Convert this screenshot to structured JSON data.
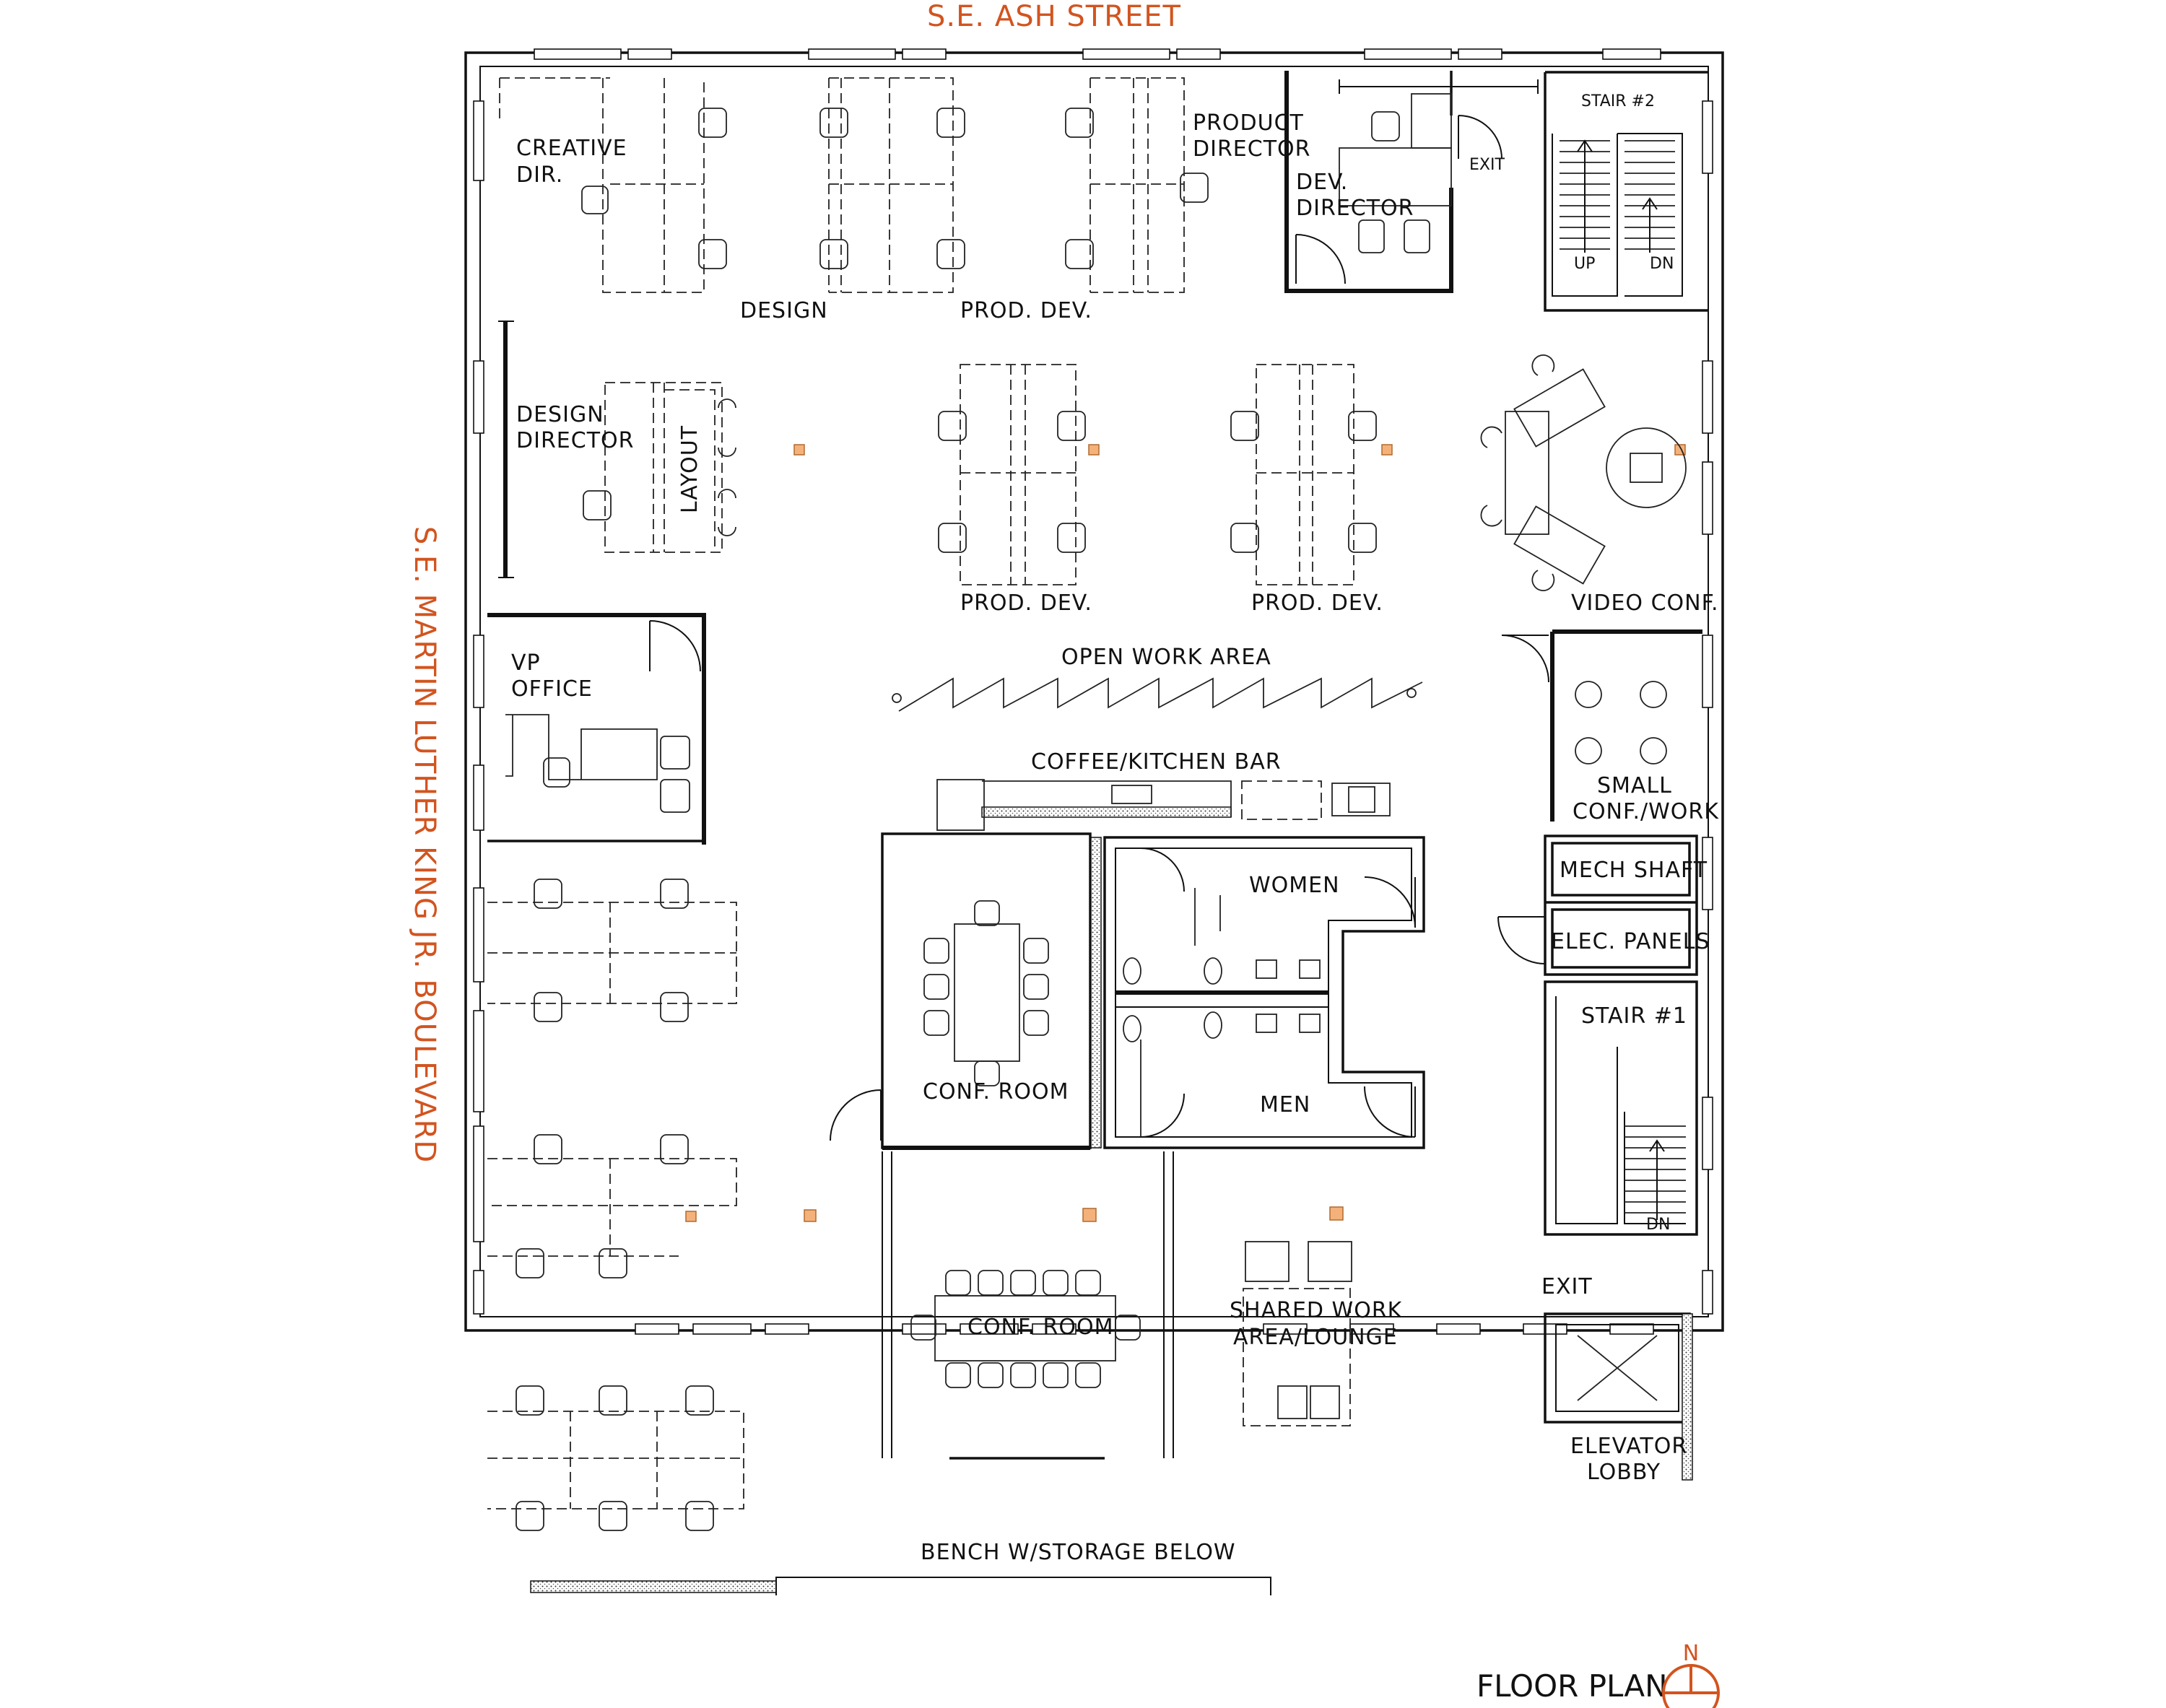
{
  "streets": {
    "north": "S.E. ASH STREET",
    "west": "S.E. MARTIN LUTHER KING JR. BOULEVARD"
  },
  "title": "FLOOR PLAN",
  "north_arrow": "N",
  "rooms": {
    "creative_dir": [
      "CREATIVE",
      "DIR."
    ],
    "product_director": [
      "PRODUCT",
      "DIRECTOR"
    ],
    "dev_director": [
      "DEV.",
      "DIRECTOR"
    ],
    "exit_top": "EXIT",
    "stair2": "STAIR  #2",
    "stair2_up": "UP",
    "stair2_dn": "DN",
    "design": "DESIGN",
    "prod_dev_top": "PROD. DEV.",
    "design_director": [
      "DESIGN",
      "DIRECTOR"
    ],
    "layout": "LAYOUT",
    "prod_dev_mid1": "PROD. DEV.",
    "prod_dev_mid2": "PROD. DEV.",
    "video_conf": "VIDEO CONF.",
    "vp_office": [
      "VP",
      "OFFICE"
    ],
    "open_work_area": "OPEN WORK AREA",
    "coffee_bar": "COFFEE/KITCHEN BAR",
    "small_conf": [
      "SMALL",
      "CONF./WORK"
    ],
    "mech_shaft": "MECH SHAFT",
    "elec_panels": "ELEC. PANELS",
    "women": "WOMEN",
    "men": "MEN",
    "conf_room_1": "CONF. ROOM",
    "stair1": "STAIR  #1",
    "stair1_dn": "DN",
    "exit_bottom": "EXIT",
    "conf_room_2": "CONF. ROOM",
    "shared_work": [
      "SHARED WORK",
      "AREA/LOUNGE"
    ],
    "elevator_lobby": [
      "ELEVATOR",
      "LOBBY"
    ],
    "bench": "BENCH W/STORAGE BELOW"
  },
  "colors": {
    "street_label": "#d2541f",
    "column_fill": "#f4b27a",
    "line": "#111111"
  }
}
